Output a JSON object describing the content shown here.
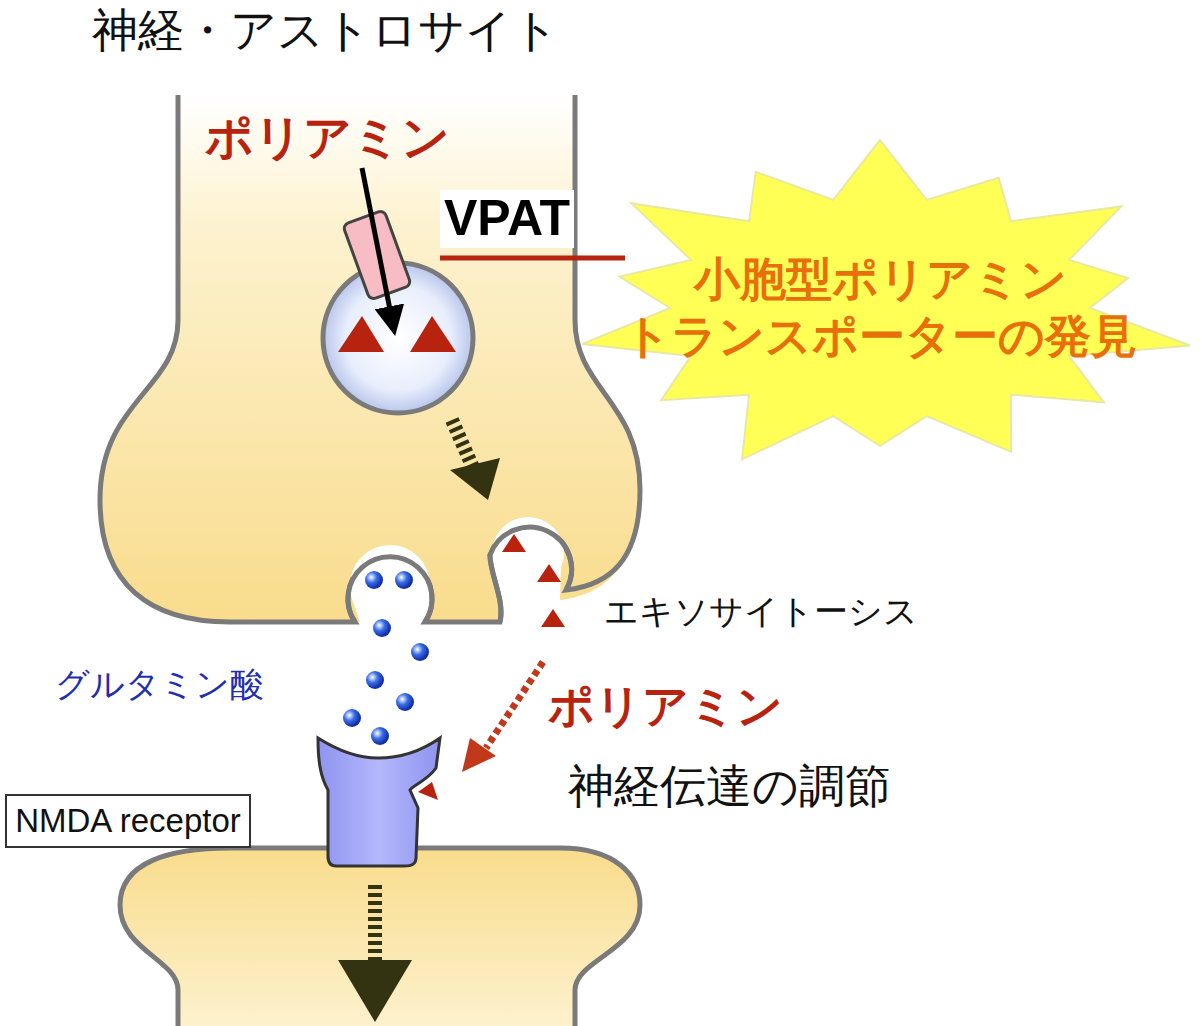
{
  "diagram": {
    "title": "神経・アストロサイト",
    "nodes": [
      {
        "text": [
          "小胞型ポリアミン トランスポーターの発見"
        ]
      },
      {
        "text": [
          "NMDA receptor"
        ]
      }
    ],
    "labels": [
      "ポリアミン",
      "VPAT",
      "エキソサイトーシス",
      "グルタミン酸",
      "ポリアミン",
      "神経伝達の調節"
    ]
  }
}
